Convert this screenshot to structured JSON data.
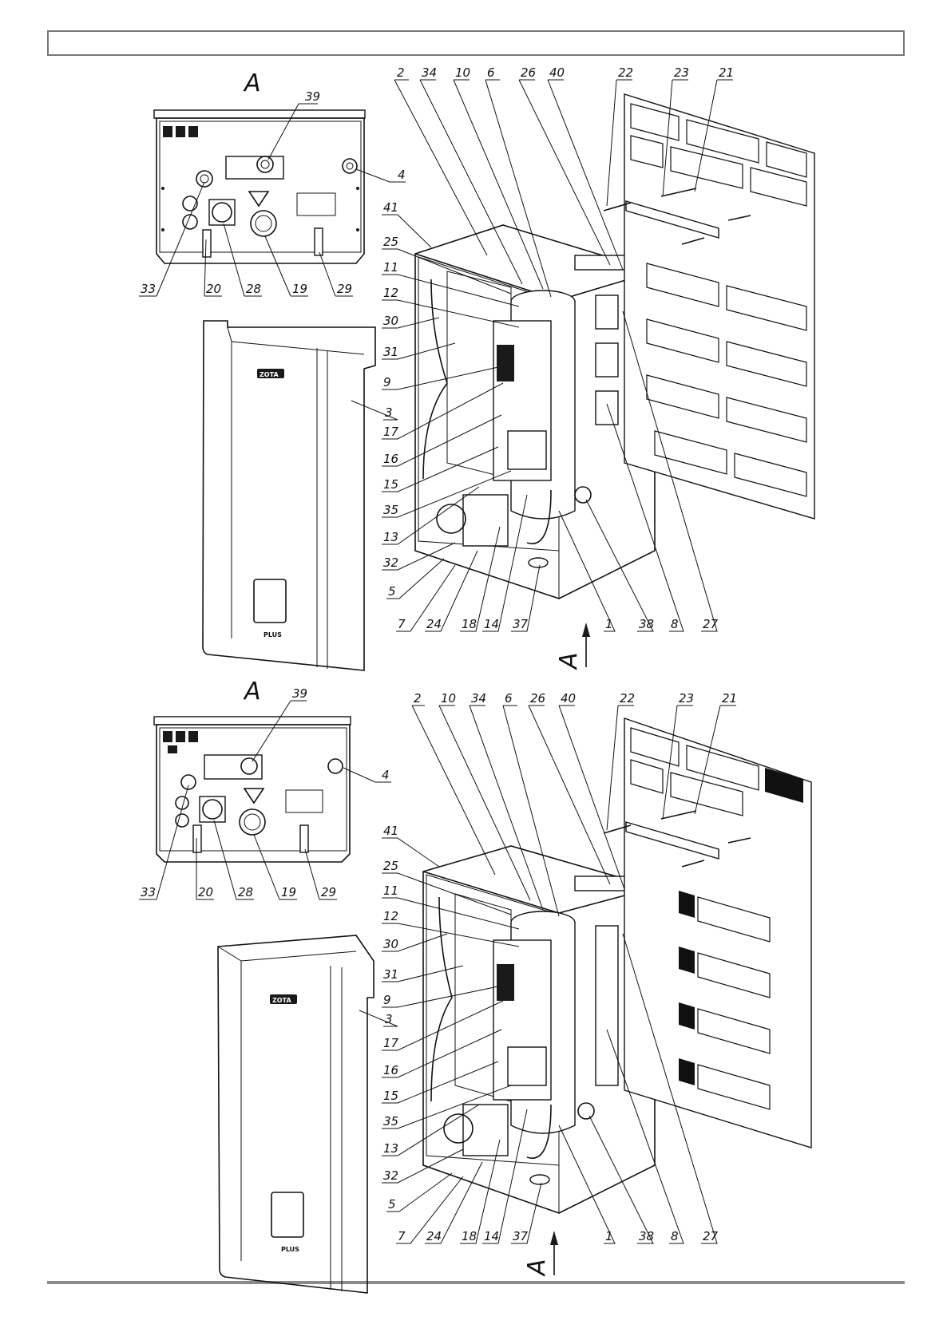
{
  "page": {
    "header_text": "",
    "view_label": "A"
  },
  "diagram_top": {
    "view_label": "A",
    "inset_labels": [
      "39",
      "4",
      "33",
      "20",
      "28",
      "19",
      "29"
    ],
    "top_labels": [
      "2",
      "34",
      "10",
      "6",
      "26",
      "40",
      "22",
      "23",
      "21"
    ],
    "left_labels": [
      "41",
      "25",
      "11",
      "12",
      "30",
      "31",
      "9",
      "3",
      "17",
      "16",
      "15",
      "35",
      "13",
      "32",
      "5"
    ],
    "bottom_labels": [
      "7",
      "24",
      "18",
      "14",
      "37",
      "1",
      "38",
      "8",
      "27"
    ],
    "arrow_label": "A"
  },
  "diagram_bottom": {
    "view_label": "A",
    "inset_labels": [
      "39",
      "4",
      "33",
      "20",
      "28",
      "19",
      "29"
    ],
    "top_labels": [
      "2",
      "10",
      "34",
      "6",
      "26",
      "40",
      "22",
      "23",
      "21"
    ],
    "left_labels": [
      "41",
      "25",
      "11",
      "12",
      "30",
      "31",
      "9",
      "3",
      "17",
      "16",
      "15",
      "35",
      "13",
      "32",
      "5"
    ],
    "bottom_labels": [
      "7",
      "24",
      "18",
      "14",
      "37",
      "1",
      "38",
      "8",
      "27"
    ],
    "arrow_label": "A"
  },
  "front_cover": {
    "logo_text": "ZOTA",
    "model_text": "PLUS"
  }
}
